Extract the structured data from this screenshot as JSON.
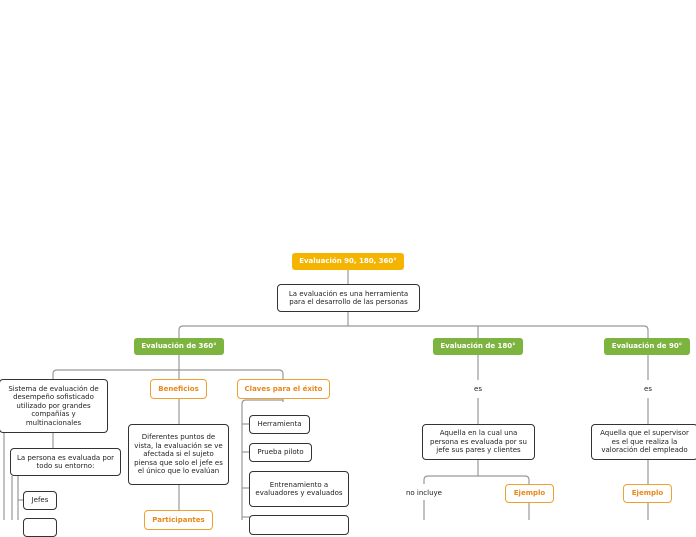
{
  "root": "Evaluación 90, 180, 360°",
  "definition": "La evaluación es una herramienta para el desarrollo de las personas",
  "branches": {
    "e360": {
      "title": "Evaluación de 360°",
      "description": "Sistema de evaluación de desempeño sofisticado utilizado por grandes compañías y multinacionales",
      "evaluated_by": "La persona es evaluada por todo su entorno:",
      "evaluators": [
        "Jefes"
      ],
      "benefits": {
        "title": "Beneficios",
        "text": "Diferentes puntos de vista, la evaluación se ve afectada si el sujeto piensa que solo el jefe es el único que lo evalúan"
      },
      "participants": "Participantes",
      "keys": {
        "title": "Claves para el éxito",
        "items": [
          "Herramienta",
          "Prueba piloto",
          "Entrenamiento a evaluadores y evaluados"
        ]
      }
    },
    "e180": {
      "title": "Evaluación de 180°",
      "connector": "es",
      "description": "Aquella en la cual una persona es evaluada por su jefe sus pares y clientes",
      "excludes": "no incluye",
      "example": "Ejemplo"
    },
    "e90": {
      "title": "Evaluación de 90°",
      "connector": "es",
      "description": "Aquella que el supervisor es el que realiza la valoración del empleado",
      "example": "Ejemplo"
    }
  },
  "colors": {
    "root": "#f5b400",
    "branch": "#7db33f",
    "accent": "#f0a030",
    "line": "#999999"
  }
}
